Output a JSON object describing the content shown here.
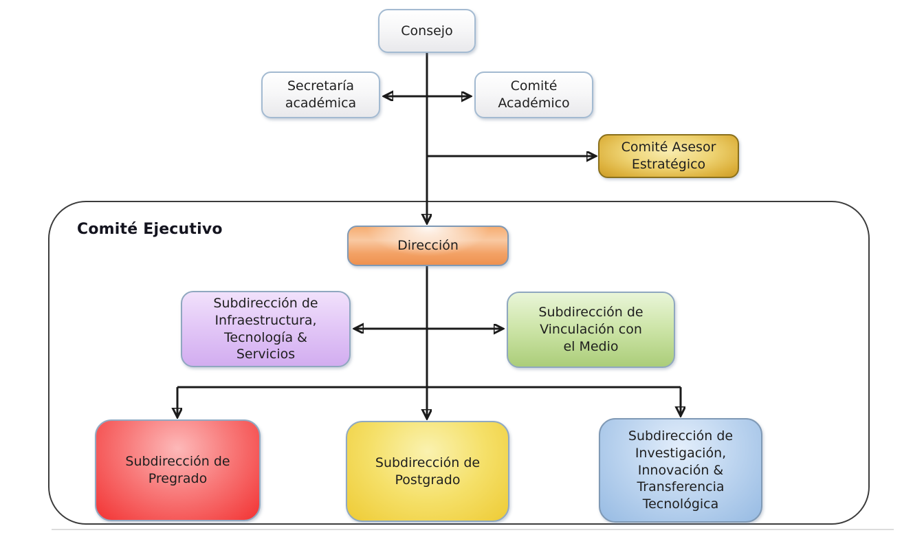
{
  "diagram": {
    "type": "org-chart",
    "language": "es",
    "line_color": "#1b1b1b",
    "background": "#ffffff"
  },
  "executive_committee": {
    "label": "Comité Ejecutivo",
    "border_color": "#3c3c3c"
  },
  "nodes": {
    "consejo": {
      "label": "Consejo",
      "fill": "#f2f2f4",
      "border": "#a3bad1"
    },
    "secretaria": {
      "label": "Secretaría\nacadémica",
      "fill": "#f2f2f4",
      "border": "#a3bad1"
    },
    "academico": {
      "label": "Comité\nAcadémico",
      "fill": "#f2f2f4",
      "border": "#a3bad1"
    },
    "asesor": {
      "label": "Comité Asesor\nEstratégico",
      "fill": "#e2bc4a",
      "border": "#8a701c"
    },
    "direccion": {
      "label": "Dirección",
      "fill": "#f3a266",
      "border": "#7f99b5"
    },
    "infra": {
      "label": "Subdirección de\nInfraestructura,\nTecnología &\nServicios",
      "fill": "#ddbcf4",
      "border": "#8fa7bf"
    },
    "vinculacion": {
      "label": "Subdirección de\nVinculación con\nel Medio",
      "fill": "#c3dd97",
      "border": "#8fa7bf"
    },
    "pregrado": {
      "label": "Subdirección de\nPregrado",
      "fill": "#f65555",
      "border": "#90a9c2"
    },
    "postgrado": {
      "label": "Subdirección de\nPostgrado",
      "fill": "#f3db5e",
      "border": "#90a9c2"
    },
    "investigacion": {
      "label": "Subdirección de\nInvestigación,\nInnovación &\nTransferencia\nTecnológica",
      "fill": "#aecbec",
      "border": "#7f99b5"
    }
  },
  "edges": [
    {
      "from": "consejo",
      "to": "direccion",
      "type": "arrow"
    },
    {
      "between": [
        "secretaria",
        "academico"
      ],
      "type": "double-arrow"
    },
    {
      "from": "consejo",
      "to": "asesor",
      "type": "arrow"
    },
    {
      "between": [
        "infra",
        "vinculacion"
      ],
      "type": "double-arrow"
    },
    {
      "from": "direccion",
      "to": "pregrado",
      "type": "arrow"
    },
    {
      "from": "direccion",
      "to": "postgrado",
      "type": "arrow"
    },
    {
      "from": "direccion",
      "to": "investigacion",
      "type": "arrow"
    }
  ]
}
